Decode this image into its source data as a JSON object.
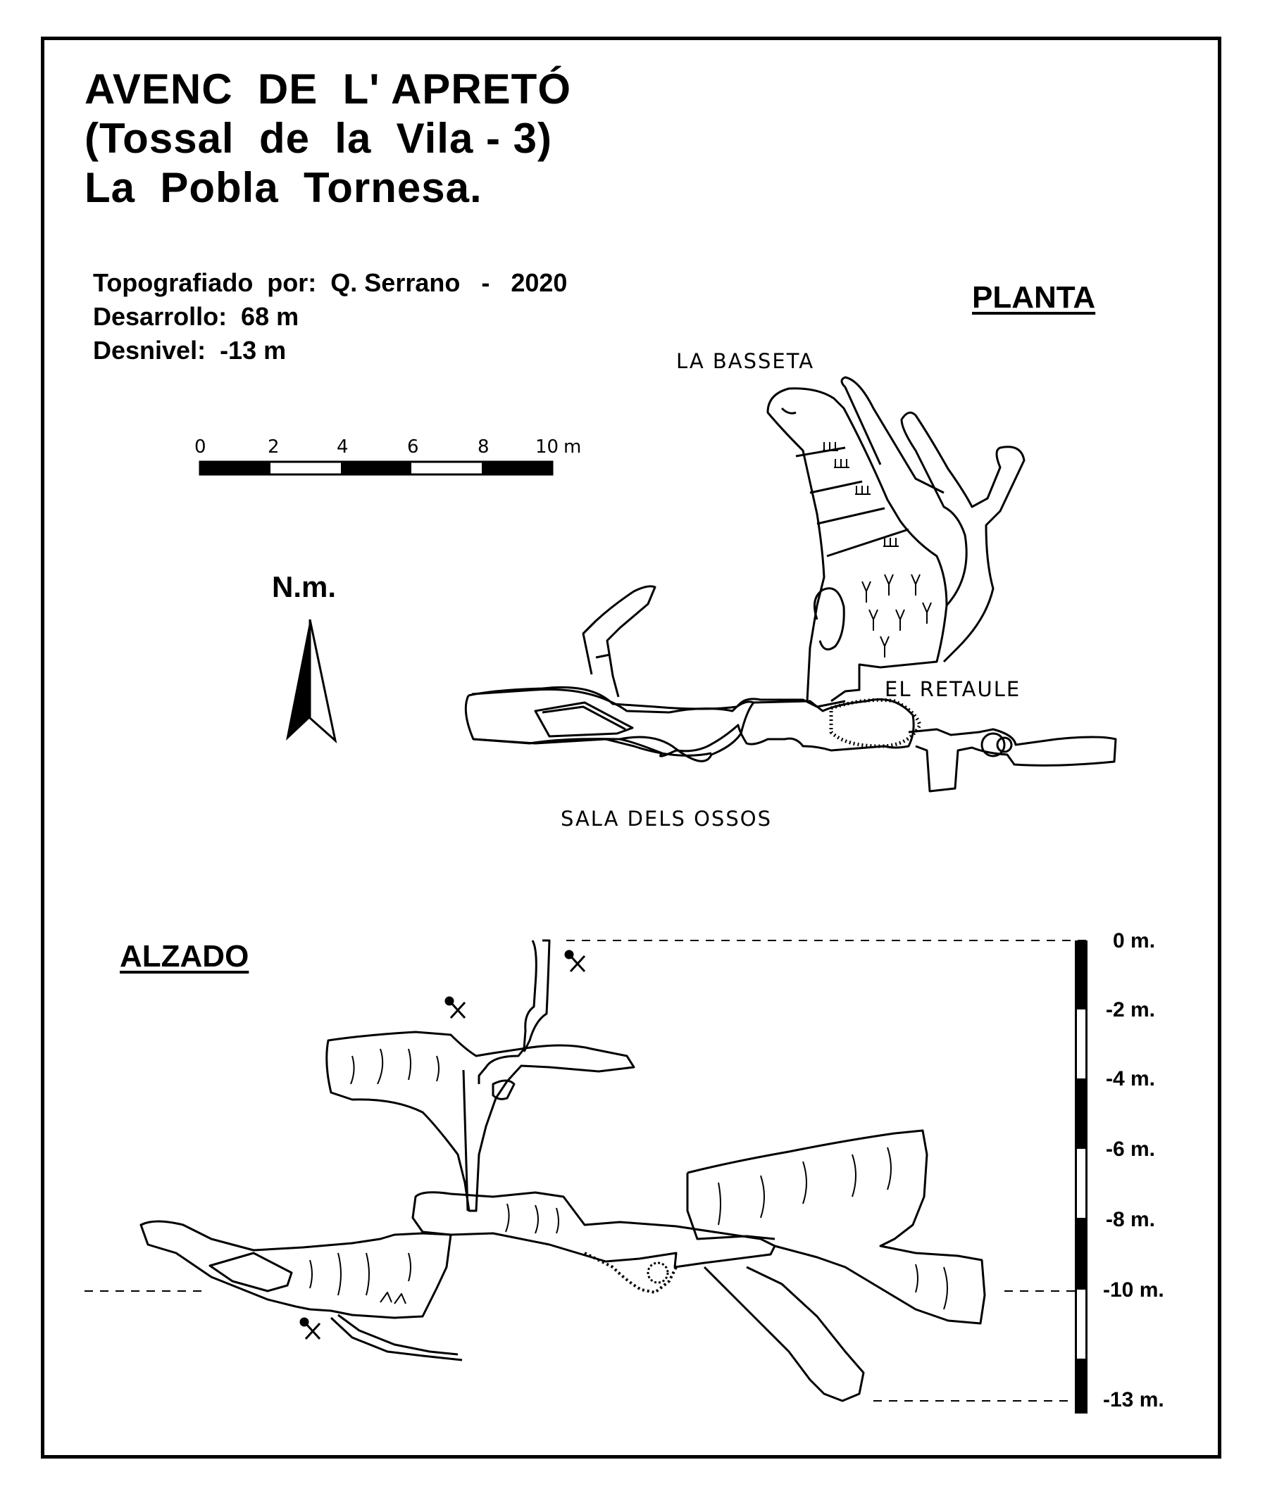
{
  "title": {
    "line1": "AVENC  DE  L' APRETÓ",
    "line2": "(Tossal  de  la  Vila - 3)",
    "line3": "La  Pobla  Tornesa."
  },
  "survey": {
    "surveyed_by": "Topografiado  por:  Q. Serrano   -   2020",
    "development": "Desarrollo:  68 m",
    "depth_drop": "Desnivel:  -13 m"
  },
  "plan": {
    "heading": "PLANTA",
    "labels": {
      "basseta": "LA BASSETA",
      "retaule": "EL RETAULE",
      "ossos": "SALA DELS OSSOS"
    },
    "north_label": "N.m."
  },
  "scale_bar": {
    "ticks": [
      "0",
      "2",
      "4",
      "6",
      "8",
      "10"
    ],
    "unit": "m"
  },
  "elevation": {
    "heading": "ALZADO",
    "depth_labels": [
      "0 m.",
      "-2 m.",
      "-4 m.",
      "-6 m.",
      "-8 m.",
      "-10 m.",
      "-13 m."
    ]
  }
}
